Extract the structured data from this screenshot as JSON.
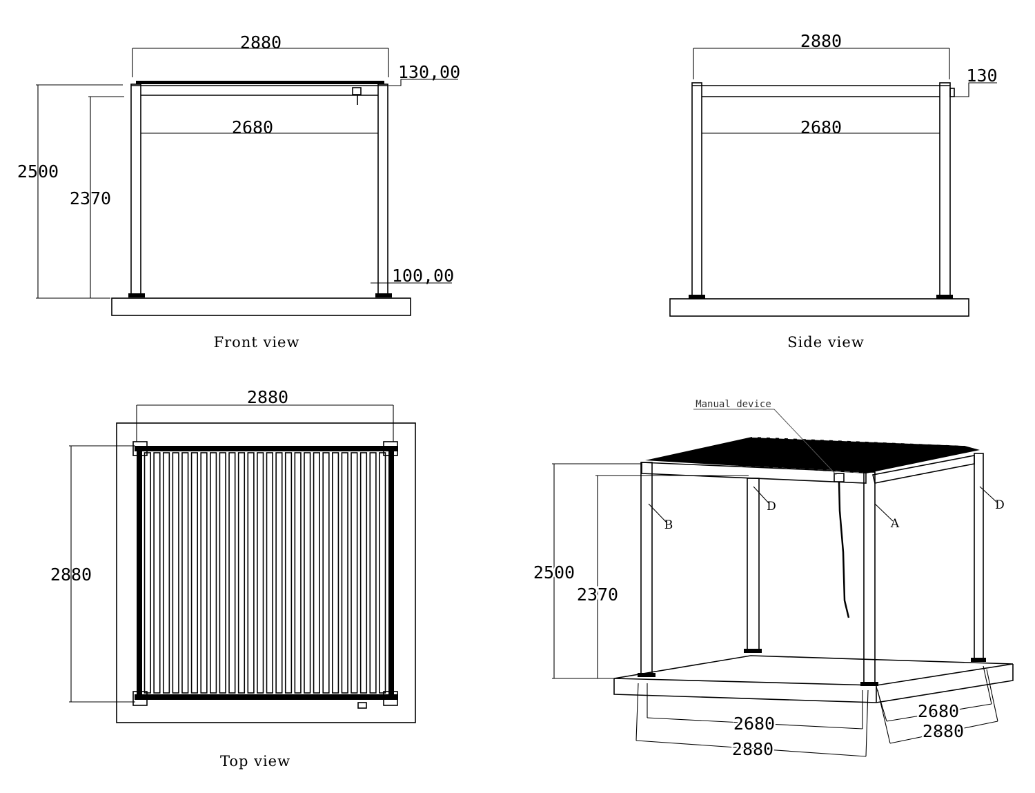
{
  "front_view": {
    "caption": "Front view",
    "width_outer": "2880",
    "width_inner": "2680",
    "height_total": "2500",
    "height_clear": "2370",
    "beam_height": "130,00",
    "post_width": "100,00"
  },
  "side_view": {
    "caption": "Side view",
    "width_outer": "2880",
    "width_inner": "2680",
    "beam_height": "130"
  },
  "top_view": {
    "caption": "Top view",
    "width": "2880",
    "depth": "2880"
  },
  "iso_view": {
    "callout": "Manual device",
    "height_total": "2500",
    "height_clear": "2370",
    "front_inner": "2680",
    "front_outer": "2880",
    "side_inner": "2680",
    "side_outer": "2880",
    "post_labels": [
      "B",
      "D",
      "A",
      "D"
    ]
  }
}
